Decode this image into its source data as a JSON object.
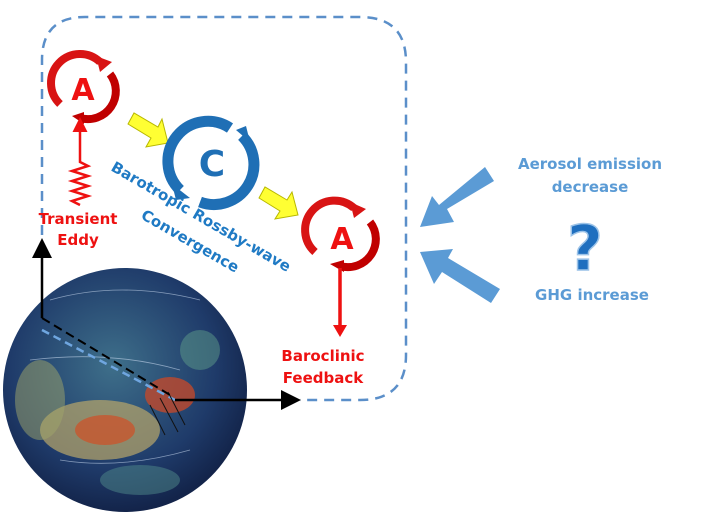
{
  "labels": {
    "anticyclone_1": "A",
    "cyclone": "C",
    "anticyclone_2": "A",
    "transient_eddy_line1": "Transient",
    "transient_eddy_line2": "Eddy",
    "barotropic_line1": "Barotropic Rossby-wave",
    "barotropic_line2": "Convergence",
    "baroclinic_line1": "Baroclinic",
    "baroclinic_line2": "Feedback",
    "aerosol_line1": "Aerosol emission",
    "aerosol_line2": "decrease",
    "question": "?",
    "ghg": "GHG increase"
  },
  "colors": {
    "red": "#ee1111",
    "dark_red": "#c00000",
    "blue_cyclone": "#1f6fb5",
    "dashed_box": "#5b8fc9",
    "driver_text": "#5b9bd5",
    "yellow": "#ffff33"
  }
}
